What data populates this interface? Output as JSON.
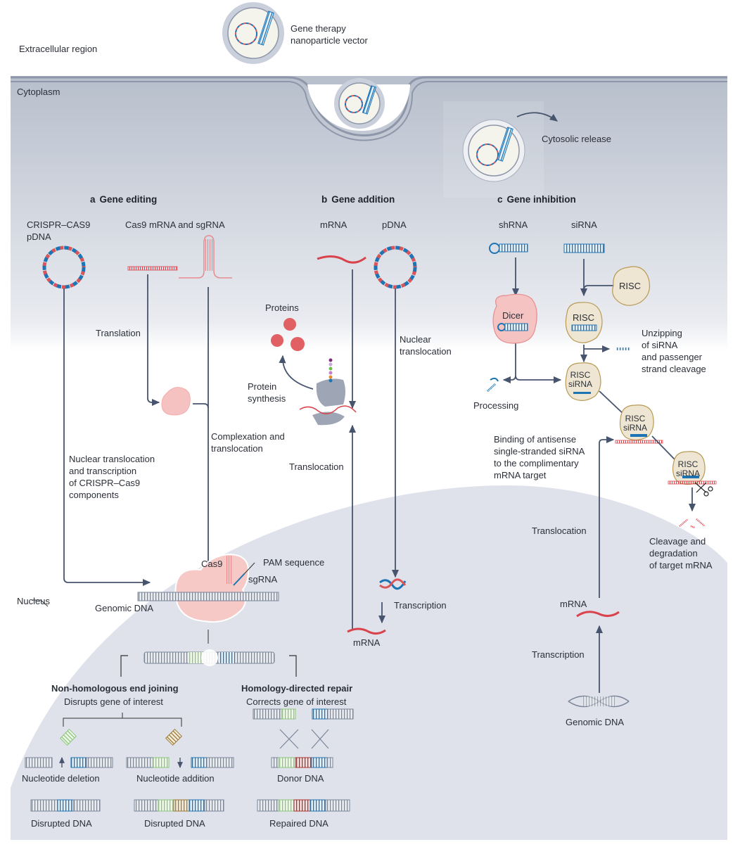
{
  "regions": {
    "extracellular": "Extracellular region",
    "cytoplasm": "Cytoplasm",
    "nucleus": "Nucleus"
  },
  "vector": {
    "label": "Gene therapy\nnanoparticle vector",
    "release": "Cytosolic release"
  },
  "panels": {
    "a": {
      "letter": "a",
      "title": "Gene editing",
      "crispr_pdna": "CRISPR–CAS9\npDNA",
      "cas9_mrna_sgrna": "Cas9 mRNA and sgRNA",
      "translation": "Translation",
      "complexation": "Complexation and\ntranslocation",
      "nuclear_translocation": "Nuclear translocation\nand transcription\nof CRISPR–Cas9\ncomponents",
      "cas9": "Cas9",
      "pam": "PAM sequence",
      "sgrna": "sgRNA",
      "genomic_dna": "Genomic DNA",
      "nhej_title": "Non-homologous end joining",
      "nhej_sub": "Disrupts gene of interest",
      "hdr_title": "Homology-directed repair",
      "hdr_sub": "Corrects gene of interest",
      "nuc_deletion": "Nucleotide deletion",
      "nuc_addition": "Nucleotide addition",
      "donor_dna": "Donor DNA",
      "disrupted_1": "Disrupted DNA",
      "disrupted_2": "Disrupted DNA",
      "repaired": "Repaired DNA"
    },
    "b": {
      "letter": "b",
      "title": "Gene addition",
      "mrna": "mRNA",
      "pdna": "pDNA",
      "proteins": "Proteins",
      "protein_synthesis": "Protein\nsynthesis",
      "nuclear_translocation": "Nuclear\ntranslocation",
      "translocation": "Translocation",
      "transcription": "Transcription",
      "mrna_nucleus": "mRNA"
    },
    "c": {
      "letter": "c",
      "title": "Gene inhibition",
      "shrna": "shRNA",
      "sirna": "siRNA",
      "risc": "RISC",
      "dicer": "Dicer",
      "risc_sirna_top": "RISC",
      "risc_sirna_bottom": "siRNA",
      "unzipping": "Unzipping\nof siRNA\nand passenger\nstrand cleavage",
      "processing": "Processing",
      "binding": "Binding of antisense\nsingle-stranded siRNA\nto the complimentary\nmRNA target",
      "cleavage": "Cleavage and\ndegradation\nof target mRNA",
      "translocation": "Translocation",
      "mrna": "mRNA",
      "transcription": "Transcription",
      "genomic_dna": "Genomic DNA"
    }
  },
  "colors": {
    "arrow": "#47546e",
    "dna_blue": "#1c74b4",
    "dna_red": "#d9555a",
    "rna_red": "#d9434b",
    "green": "#8cc47c",
    "brown": "#9a7a34",
    "dark_red": "#a8322f",
    "risc_fill": "#eee6d2",
    "risc_stroke": "#b89a55",
    "dicer_fill": "#f4c3c2",
    "cas9_fill": "#f6c9c6",
    "cytoplasm_top": "#b8bfcc",
    "cytoplasm_bottom": "#ffffff",
    "nucleus": "#dfe2ea"
  }
}
